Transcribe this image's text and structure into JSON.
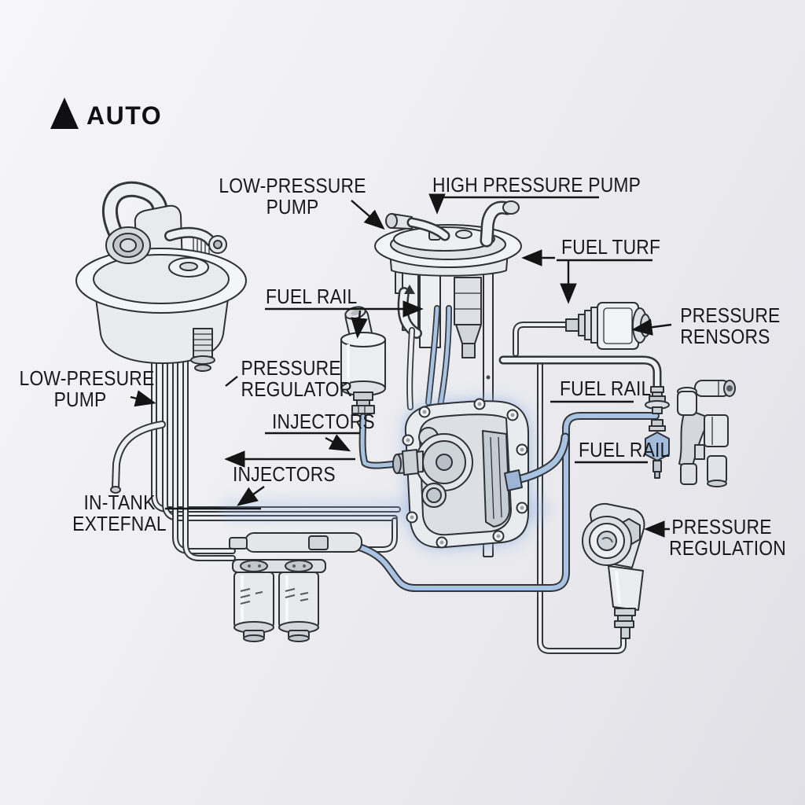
{
  "logo": {
    "icon": "triangle-icon",
    "text": "AUTO"
  },
  "labels": {
    "low_pressure_pump_top": {
      "line1": "LOW-PRESSURE",
      "line2": "PUMP"
    },
    "high_pressure_pump": {
      "text": "HIGH PRESSURE PUMP"
    },
    "fuel_turf": {
      "text": "FUEL TURF"
    },
    "pressure_rensors": {
      "line1": "PRESSURE",
      "line2": "RENSORS"
    },
    "fuel_rail_upper_left": {
      "text": "FUEL RAIL"
    },
    "low_presure_pump_left": {
      "line1": "LOW-PRESURE",
      "line2": "PUMP"
    },
    "pressure_regulator": {
      "line1": "PRESSURE",
      "line2": "REGULATOR"
    },
    "fuel_rail_right_upper": {
      "text": "FUEL RAIL"
    },
    "injectors_center": {
      "text": "INJECTORS"
    },
    "fuel_rail_right_lower": {
      "text": "FUEL RAIL"
    },
    "injectors_lower": {
      "text": "INJECTORS"
    },
    "in_tank_external": {
      "line1": "IN-TANK",
      "line2": "EXTEFNAL"
    },
    "pressure_regulation": {
      "line1": "PRESSURE",
      "line2": "REGULATION"
    }
  },
  "components": [
    "left-fuel-pump-module",
    "center-fuel-pump-module",
    "high-pressure-pump",
    "inline-filter-regulator",
    "twin-fuel-filters",
    "fuel-pressure-sensor",
    "rail-fitting-stack",
    "valve-bracket-assembly",
    "fuel-pressure-regulator",
    "piping-network"
  ],
  "colors": {
    "background": "#ededf0",
    "outline": "#2e3136",
    "label_text": "#1a1a1c",
    "hose_blue": "#a9c4e2",
    "glow_blue": "#8fb2e0"
  }
}
